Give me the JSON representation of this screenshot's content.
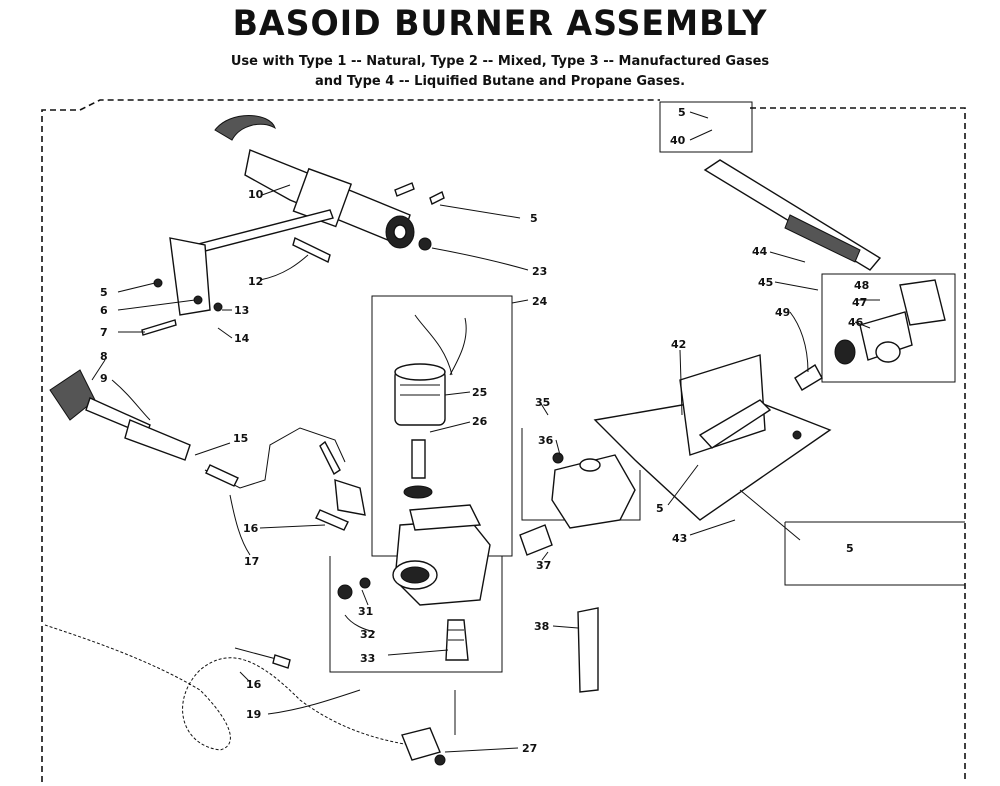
{
  "title": "BASOID BURNER ASSEMBLY",
  "subtitle_line1": "Use with Type 1 -- Natural, Type 2 -- Mixed, Type 3 -- Manufactured Gases",
  "subtitle_line2": "and Type 4 -- Liquified Butane and Propane Gases.",
  "part_labels": {
    "p5a": "5",
    "p40": "40",
    "p10": "10",
    "p5b": "5",
    "p23": "23",
    "p12": "12",
    "p5c": "5",
    "p6": "6",
    "p13": "13",
    "p7": "7",
    "p14": "14",
    "p24": "24",
    "p8": "8",
    "p9": "9",
    "p15": "15",
    "p25": "25",
    "p26": "26",
    "p16a": "16",
    "p17": "17",
    "p44": "44",
    "p45": "45",
    "p49": "49",
    "p48": "48",
    "p47": "47",
    "p46": "46",
    "p42": "42",
    "p35": "35",
    "p36": "36",
    "p5d": "5",
    "p43": "43",
    "p5e": "5",
    "p37": "37",
    "p31": "31",
    "p32": "32",
    "p38": "38",
    "p33": "33",
    "p16b": "16",
    "p19": "19",
    "p27": "27"
  }
}
